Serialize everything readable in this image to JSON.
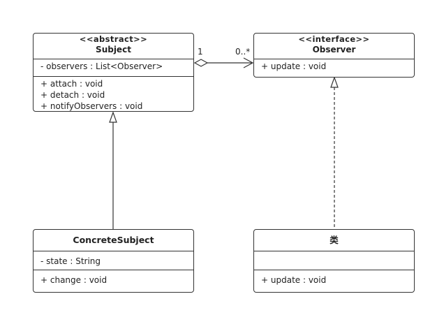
{
  "subject": {
    "stereotype": "<<abstract>>",
    "name": "Subject",
    "attributes": [
      "- observers : List<Observer>"
    ],
    "operations": [
      "+ attach : void",
      "+ detach : void",
      "+ notifyObservers : void"
    ]
  },
  "observer": {
    "stereotype": "<<interface>>",
    "name": "Observer",
    "operations": [
      "+ update : void"
    ]
  },
  "concrete_subject": {
    "name": "ConcreteSubject",
    "attributes": [
      "- state : String"
    ],
    "operations": [
      "+ change : void"
    ]
  },
  "concrete_observer": {
    "name": "类",
    "attributes": [],
    "operations": [
      "+ update : void"
    ]
  },
  "association": {
    "source_multiplicity": "1",
    "target_multiplicity": "0..*"
  },
  "colors": {
    "line": "#333333",
    "background": "#ffffff"
  }
}
